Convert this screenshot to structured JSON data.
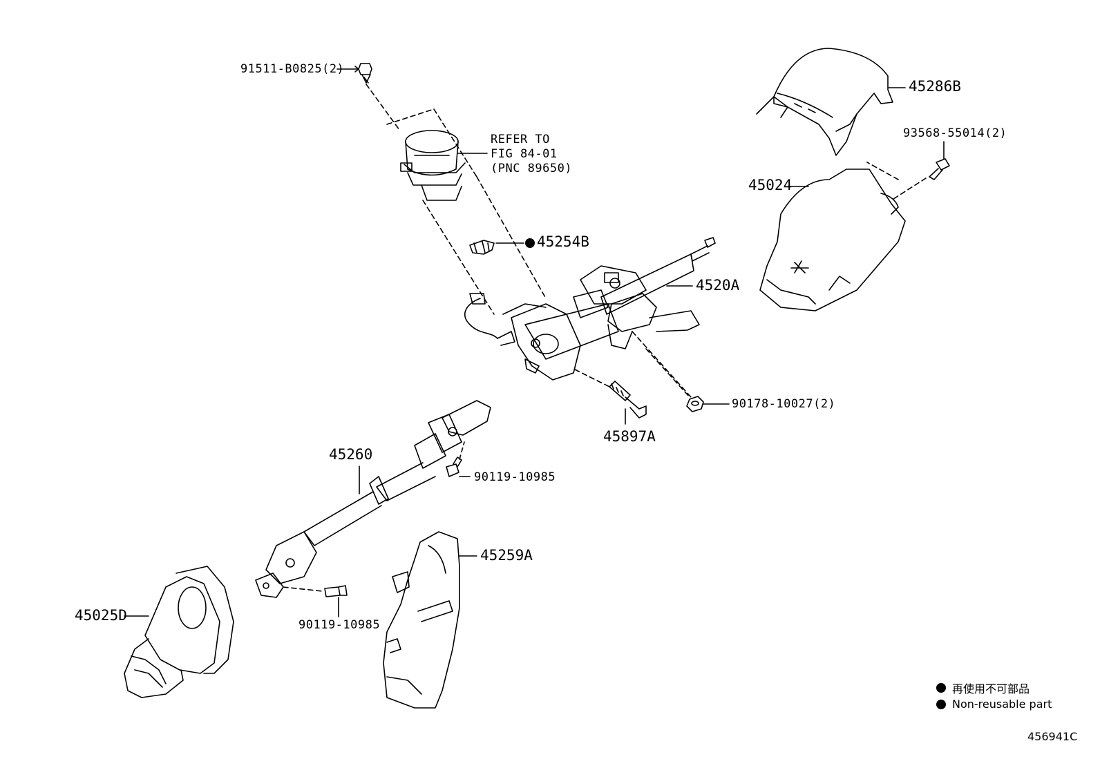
{
  "labels": {
    "p91511": "91511-B0825(2)",
    "refer1": "REFER TO",
    "refer2": "FIG 84-01",
    "refer3": "(PNC 89650)",
    "p45254B": "45254B",
    "p45286B": "45286B",
    "p93568": "93568-55014(2)",
    "p45024": "45024",
    "p4520A": "4520A",
    "p90178": "90178-10027(2)",
    "p45897A": "45897A",
    "p45260": "45260",
    "p90119a": "90119-10985",
    "p45259A": "45259A",
    "p90119b": "90119-10985",
    "p45025D": "45025D"
  },
  "legend": {
    "jp": "再使用不可部品",
    "en": "Non-reusable part"
  },
  "figure_number": "456941C",
  "colors": {
    "ink": "#000000",
    "paper": "#ffffff"
  }
}
